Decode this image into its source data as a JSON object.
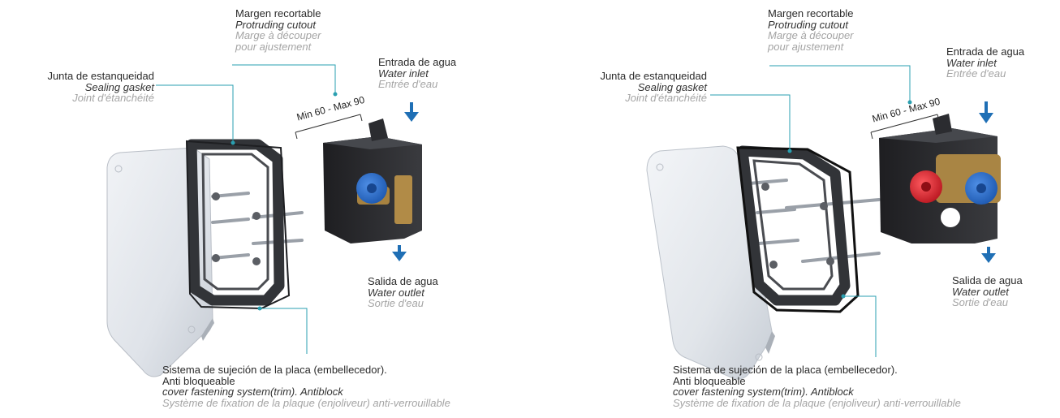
{
  "colors": {
    "leader_line": "#2a9fb0",
    "arrow": "#1f6fb5",
    "box": "#2b2b2e",
    "frame": "#35373b",
    "plate_light": "#e6e9ee",
    "plate_shadow": "#b9bec6",
    "knob_blue": "#1f66c9",
    "knob_red": "#d7262d",
    "brass": "#b08a46",
    "text_es": "#2a2a2a",
    "text_en": "#333333",
    "text_fr": "#a4a4a4"
  },
  "icons": [
    "down-arrow-icon"
  ],
  "panels": [
    {
      "variant": "single-valve",
      "margin": {
        "es": "Margen recortable",
        "en": "Protruding cutout",
        "fr": "Marge à découper",
        "fr2": "pour ajustement"
      },
      "gasket": {
        "es": "Junta de estanqueidad",
        "en": "Sealing gasket",
        "fr": "Joint d'étanchéité"
      },
      "inlet": {
        "es": "Entrada de agua",
        "en": "Water inlet",
        "fr": "Entrée d'eau"
      },
      "outlet": {
        "es": "Salida de agua",
        "en": "Water outlet",
        "fr": "Sortie d'eau"
      },
      "dimension": "Min 60 - Max 90",
      "fastening": {
        "es": "Sistema de sujeción de la placa (embellecedor).",
        "es2": "Anti bloqueable",
        "en": "cover fastening system(trim). Antiblock",
        "fr": "Système de fixation de la plaque (enjoliveur) anti-verrouillable"
      }
    },
    {
      "variant": "double-valve",
      "margin": {
        "es": "Margen recortable",
        "en": "Protruding cutout",
        "fr": "Marge à découper",
        "fr2": "pour ajustement"
      },
      "gasket": {
        "es": "Junta de estanqueidad",
        "en": "Sealing gasket",
        "fr": "Joint d'étanchéité"
      },
      "inlet": {
        "es": "Entrada de agua",
        "en": "Water inlet",
        "fr": "Entrée d'eau"
      },
      "outlet": {
        "es": "Salida de agua",
        "en": "Water outlet",
        "fr": "Sortie d'eau"
      },
      "dimension": "Min 60 - Max 90",
      "fastening": {
        "es": "Sistema de sujeción de la placa (embellecedor).",
        "es2": "Anti bloqueable",
        "en": "cover fastening system(trim). Antiblock",
        "fr": "Système de fixation de la plaque (enjoliveur) anti-verrouillable"
      }
    }
  ]
}
